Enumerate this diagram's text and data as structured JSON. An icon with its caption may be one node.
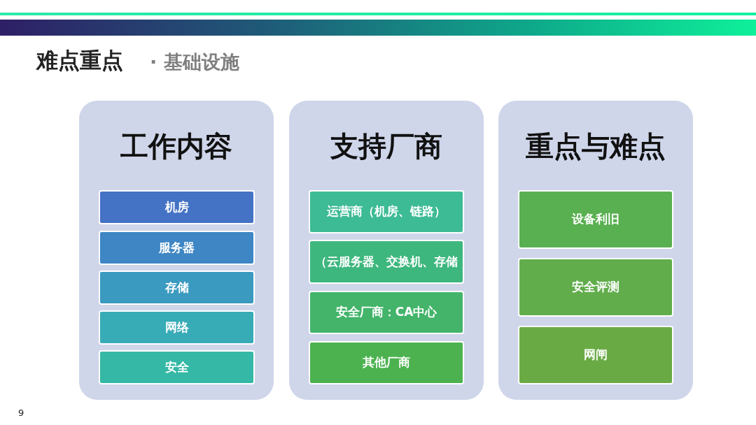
{
  "diagram": {
    "title": "难点重点",
    "nodes": [
      {
        "text": [
          "工作内容"
        ]
      },
      {
        "text": [
          "机房"
        ],
        "in": 0
      },
      {
        "text": [
          "服务器"
        ],
        "in": 0
      },
      {
        "text": [
          "存储"
        ],
        "in": 0
      },
      {
        "text": [
          "网络"
        ],
        "in": 0
      },
      {
        "text": [
          "安全"
        ],
        "in": 0
      },
      {
        "text": [
          "支持厂商"
        ]
      },
      {
        "text": [
          "运营商（机房、链路）"
        ],
        "in": 6
      },
      {
        "text": [
          "（云服务器、交换机、存储"
        ],
        "in": 6
      },
      {
        "text": [
          "安全厂商：CA中心"
        ],
        "in": 6
      },
      {
        "text": [
          "其他厂商"
        ],
        "in": 6
      },
      {
        "text": [
          "重点与难点"
        ]
      },
      {
        "text": [
          "设备利旧"
        ],
        "in": 11
      },
      {
        "text": [
          "安全评测"
        ],
        "in": 11
      },
      {
        "text": [
          "网闸"
        ],
        "in": 11
      }
    ],
    "labels": [
      "· 基础设施",
      "9"
    ]
  }
}
